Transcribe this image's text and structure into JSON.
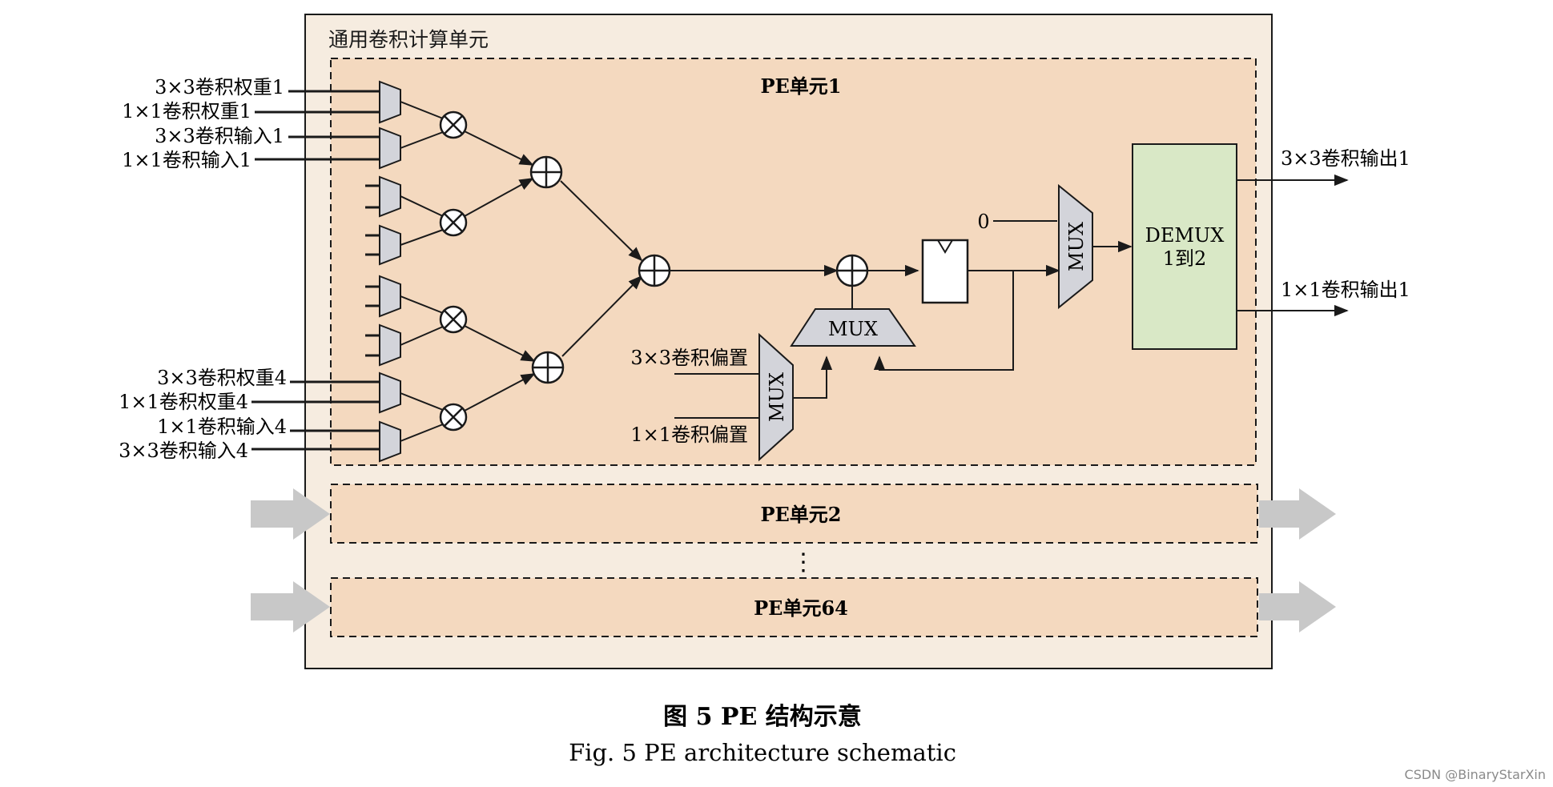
{
  "outer_unit_title": "通用卷积计算单元",
  "pe1_title": "PE单元1",
  "pe2_title": "PE单元2",
  "pe64_title": "PE单元64",
  "vdots": "⋮",
  "inputs_top": {
    "w3_1": "3×3卷积权重1",
    "w1_1": "1×1卷积权重1",
    "i3_1": "3×3卷积输入1",
    "i1_1": "1×1卷积输入1"
  },
  "inputs_bottom": {
    "w3_4": "3×3卷积权重4",
    "w1_4": "1×1卷积权重4",
    "i1_4": "1×1卷积输入4",
    "i3_4": "3×3卷积输入4"
  },
  "bias": {
    "b3": "3×3卷积偏置",
    "b1": "1×1卷积偏置"
  },
  "mux_label": "MUX",
  "zero_label": "0",
  "demux": {
    "line1": "DEMUX",
    "line2": "1到2"
  },
  "outputs": {
    "o3": "3×3卷积输出1",
    "o1": "1×1卷积输出1"
  },
  "caption": {
    "cn": "图 5    PE 结构示意",
    "en": "Fig. 5 PE architecture schematic"
  },
  "watermark": "CSDN @BinaryStarXin",
  "colors": {
    "outer_fill": "#f6ece0",
    "pe_fill": "#f4d9bf",
    "mux_fill": "#d3d4da",
    "demux_fill": "#d9e8c6",
    "arrow_fill": "#c8c8c8",
    "line": "#1a1a1a"
  }
}
